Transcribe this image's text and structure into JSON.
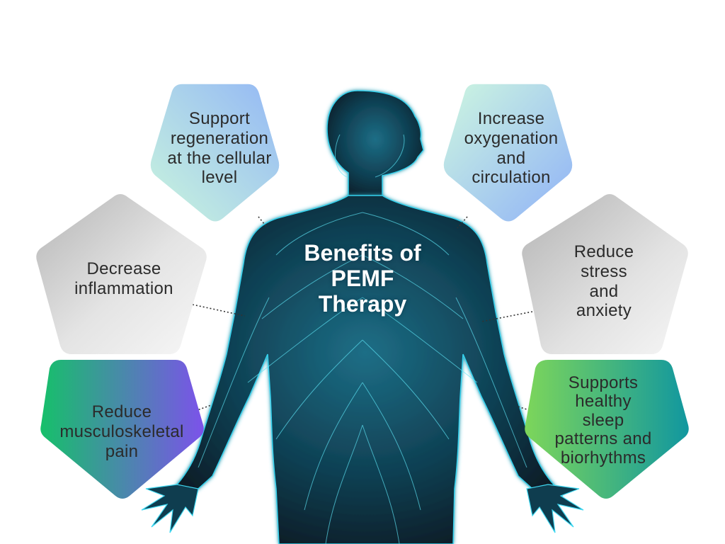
{
  "center_title": [
    "Benefits of",
    "PEMF",
    "Therapy"
  ],
  "benefits": [
    {
      "id": "top-left",
      "lines": [
        "Support",
        "regeneration",
        "at the cellular",
        "level"
      ]
    },
    {
      "id": "top-right",
      "lines": [
        "Increase",
        "oxygenation",
        "and",
        "circulation"
      ]
    },
    {
      "id": "mid-left",
      "lines": [
        "Decrease",
        "inflammation"
      ]
    },
    {
      "id": "mid-right",
      "lines": [
        "Reduce",
        "stress",
        "and",
        "anxiety"
      ]
    },
    {
      "id": "bottom-left",
      "lines": [
        "Reduce",
        "musculoskeletal",
        "pain"
      ]
    },
    {
      "id": "bottom-right",
      "lines": [
        "Supports",
        "healthy",
        "sleep",
        "patterns and",
        "biorhythms"
      ]
    }
  ],
  "colors": {
    "body_glow": "#1fd6f0",
    "body_dark": "#0a2430",
    "grad_mint": "#c9f5dd",
    "grad_blue": "#94b8f5",
    "grad_gray_light": "#f2f2f2",
    "grad_gray_dark": "#bdbdbd",
    "grad_green": "#1cbf6a",
    "grad_purple": "#7a55e8",
    "grad_teal": "#129aa0",
    "grad_lime": "#7bd45a"
  }
}
